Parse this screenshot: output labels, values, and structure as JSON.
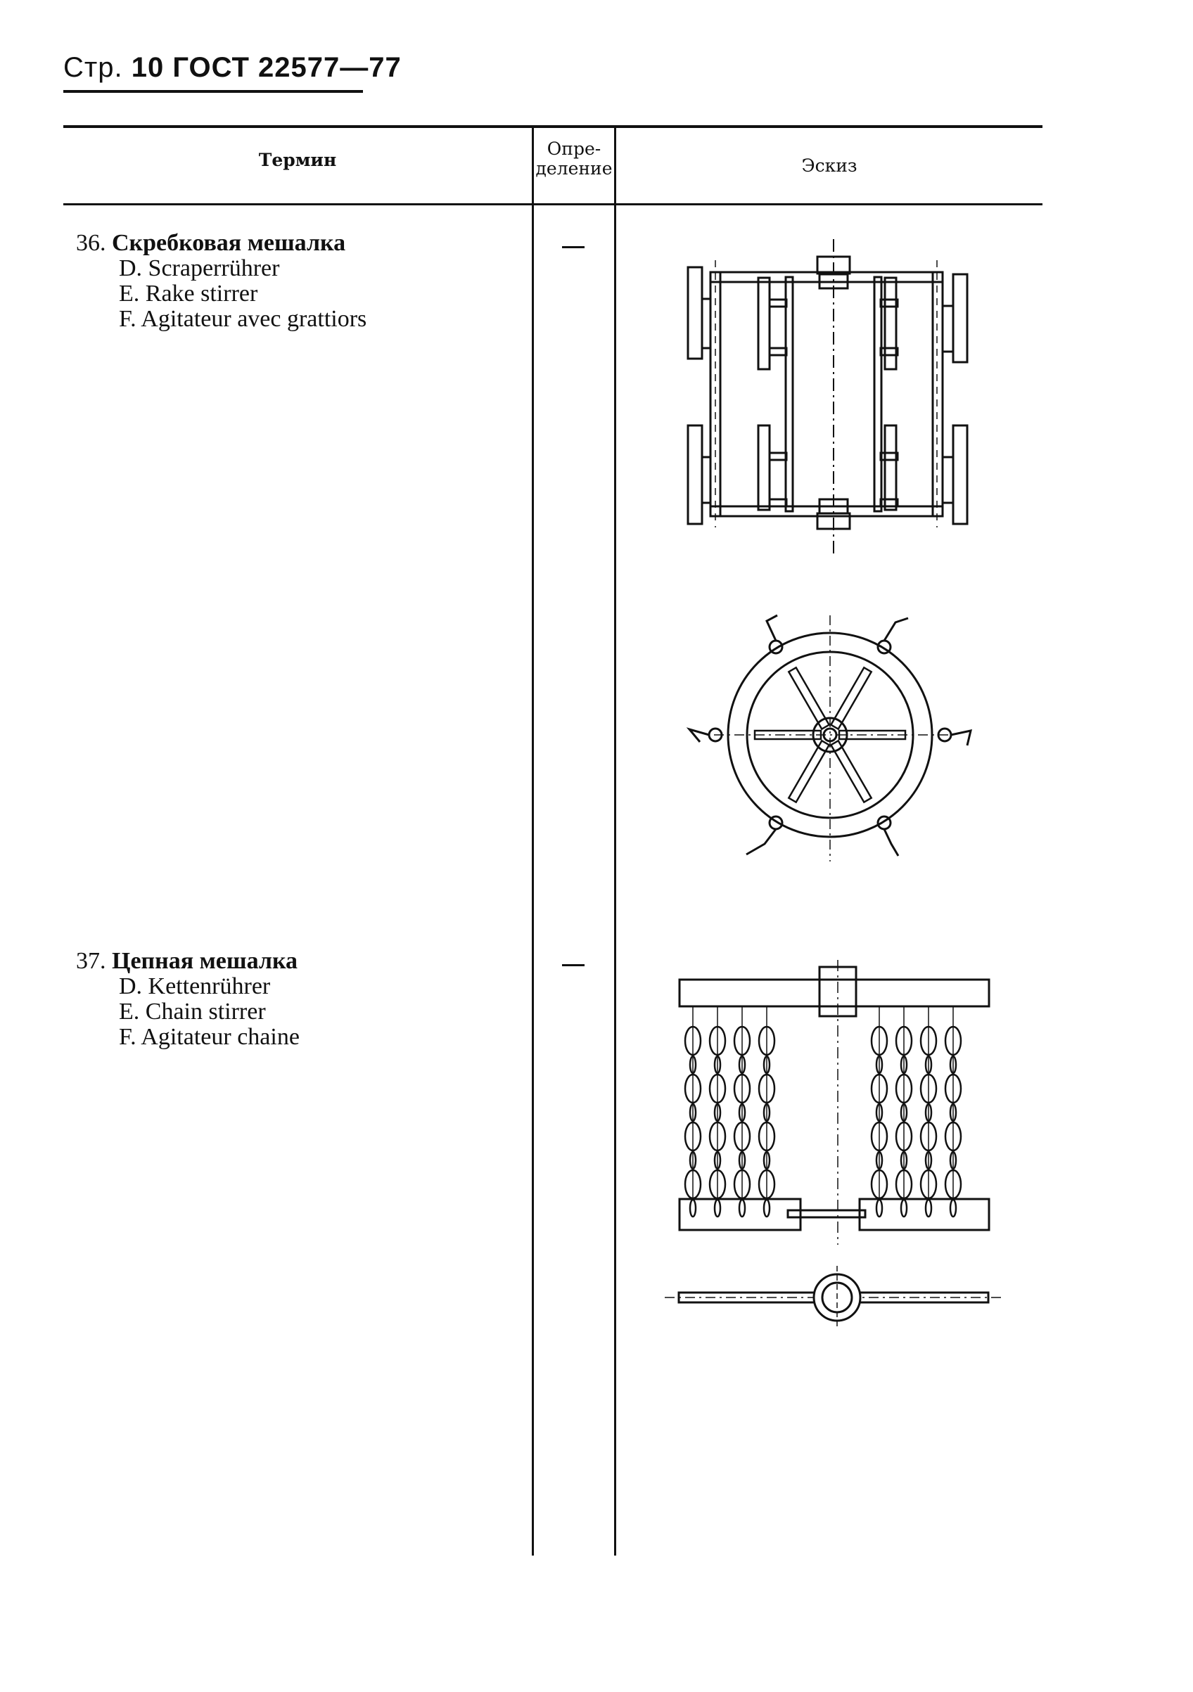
{
  "header": {
    "prefix": "Стр.",
    "page": "10",
    "standard": "ГОСТ 22577—77"
  },
  "table": {
    "headers": {
      "term": "Термин",
      "definition_line1": "Опре-",
      "definition_line2": "деление",
      "sketch": "Эскиз"
    }
  },
  "entries": [
    {
      "number": "36.",
      "title": "Скребковая мешалка",
      "de": "D. Scraperrührer",
      "en": "E. Rake stirrer",
      "fr": "F. Agitateur avec grattiors",
      "definition": "—",
      "sketches": [
        "rake-stirrer-side-view",
        "rake-stirrer-top-view"
      ]
    },
    {
      "number": "37.",
      "title": "Цепная мешалка",
      "de": "D. Kettenrührer",
      "en": "E. Chain stirrer",
      "fr": "F. Agitateur chaine",
      "definition": "—",
      "sketches": [
        "chain-stirrer-side-view",
        "chain-stirrer-top-view"
      ]
    }
  ]
}
